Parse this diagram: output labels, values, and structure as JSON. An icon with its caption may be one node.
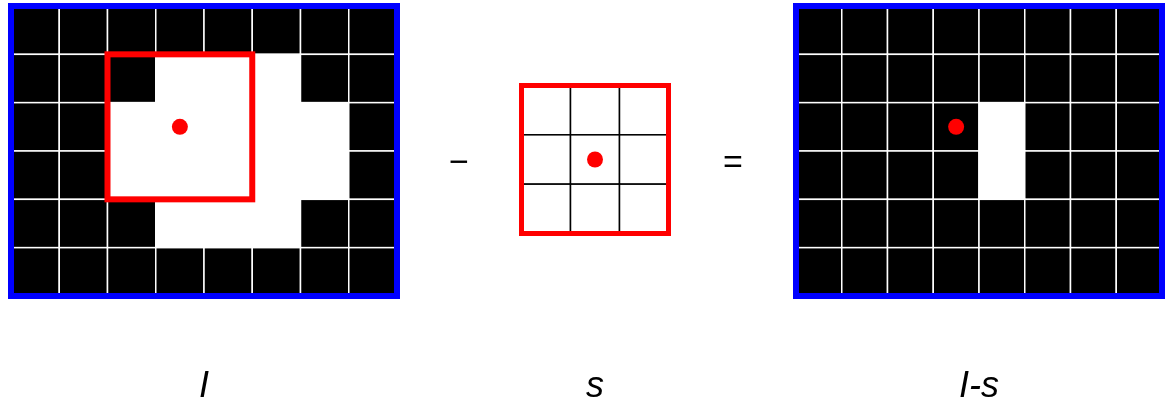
{
  "diagram": {
    "nodes": [
      {
        "text": [],
        "shape": "picture",
        "beside": [
          "I"
        ]
      },
      {
        "text": [],
        "shape": "picture",
        "beside": [
          "s"
        ]
      },
      {
        "text": [],
        "shape": "picture",
        "beside": [
          "I-s"
        ]
      }
    ],
    "labels": [
      "−",
      "="
    ]
  }
}
